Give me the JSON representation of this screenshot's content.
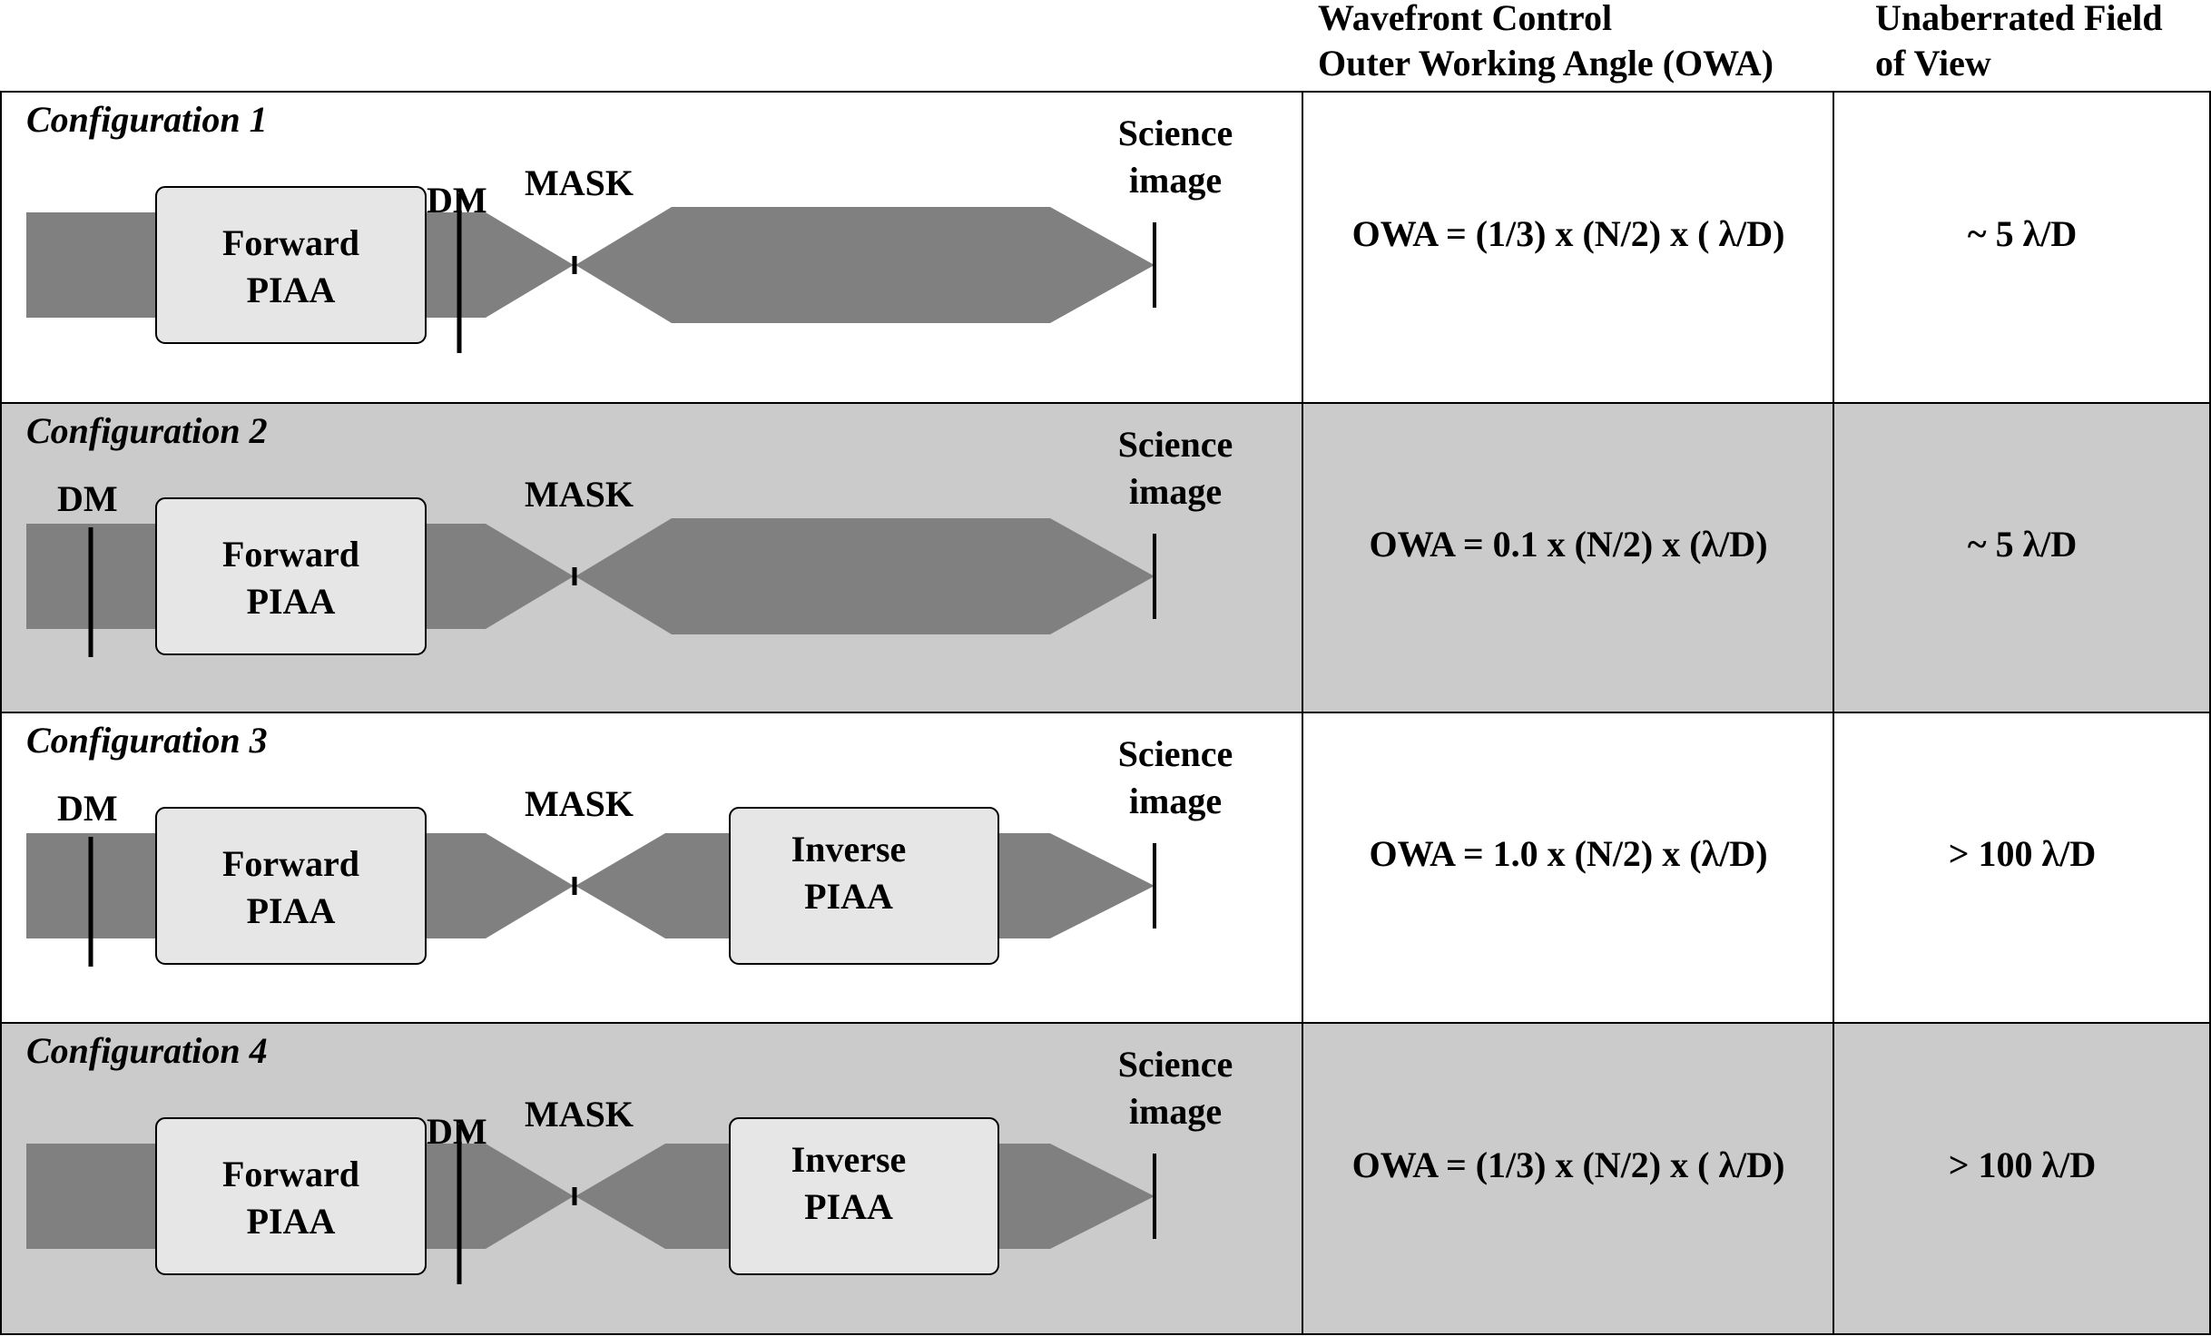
{
  "header": {
    "owa": {
      "line1": "Wavefront Control",
      "line2": "Outer Working Angle (OWA)"
    },
    "fov": {
      "line1": "Unaberrated Field",
      "line2": "of View"
    }
  },
  "colors": {
    "row_shaded": "#cbcbcb",
    "beam": "#808080",
    "box_fill": "#e6e6e6",
    "line": "#000000"
  },
  "configurations": [
    {
      "title": "Configuration 1",
      "dm_label": "DM",
      "dm_position": "after-forward-piaa",
      "forward_label": {
        "line1": "Forward",
        "line2": "PIAA"
      },
      "mask_label": "MASK",
      "inverse_label": null,
      "science_label": {
        "line1": "Science",
        "line2": "image"
      },
      "owa": "OWA = (1/3) x (N/2) x ( λ/D)",
      "fov": "~ 5  λ/D"
    },
    {
      "title": "Configuration 2",
      "dm_label": "DM",
      "dm_position": "before-forward-piaa",
      "forward_label": {
        "line1": "Forward",
        "line2": "PIAA"
      },
      "mask_label": "MASK",
      "inverse_label": null,
      "science_label": {
        "line1": "Science",
        "line2": "image"
      },
      "owa": "OWA = 0.1 x (N/2) x (λ/D)",
      "fov": "~ 5  λ/D"
    },
    {
      "title": "Configuration 3",
      "dm_label": "DM",
      "dm_position": "before-forward-piaa",
      "forward_label": {
        "line1": "Forward",
        "line2": "PIAA"
      },
      "mask_label": "MASK",
      "inverse_label": {
        "line1": "Inverse",
        "line2": "PIAA"
      },
      "science_label": {
        "line1": "Science",
        "line2": "image"
      },
      "owa": "OWA = 1.0 x (N/2) x (λ/D)",
      "fov": "> 100 λ/D"
    },
    {
      "title": "Configuration 4",
      "dm_label": "DM",
      "dm_position": "after-forward-piaa",
      "forward_label": {
        "line1": "Forward",
        "line2": "PIAA"
      },
      "mask_label": "MASK",
      "inverse_label": {
        "line1": "Inverse",
        "line2": "PIAA"
      },
      "science_label": {
        "line1": "Science",
        "line2": "image"
      },
      "owa": "OWA = (1/3) x (N/2) x ( λ/D)",
      "fov": "> 100 λ/D"
    }
  ]
}
